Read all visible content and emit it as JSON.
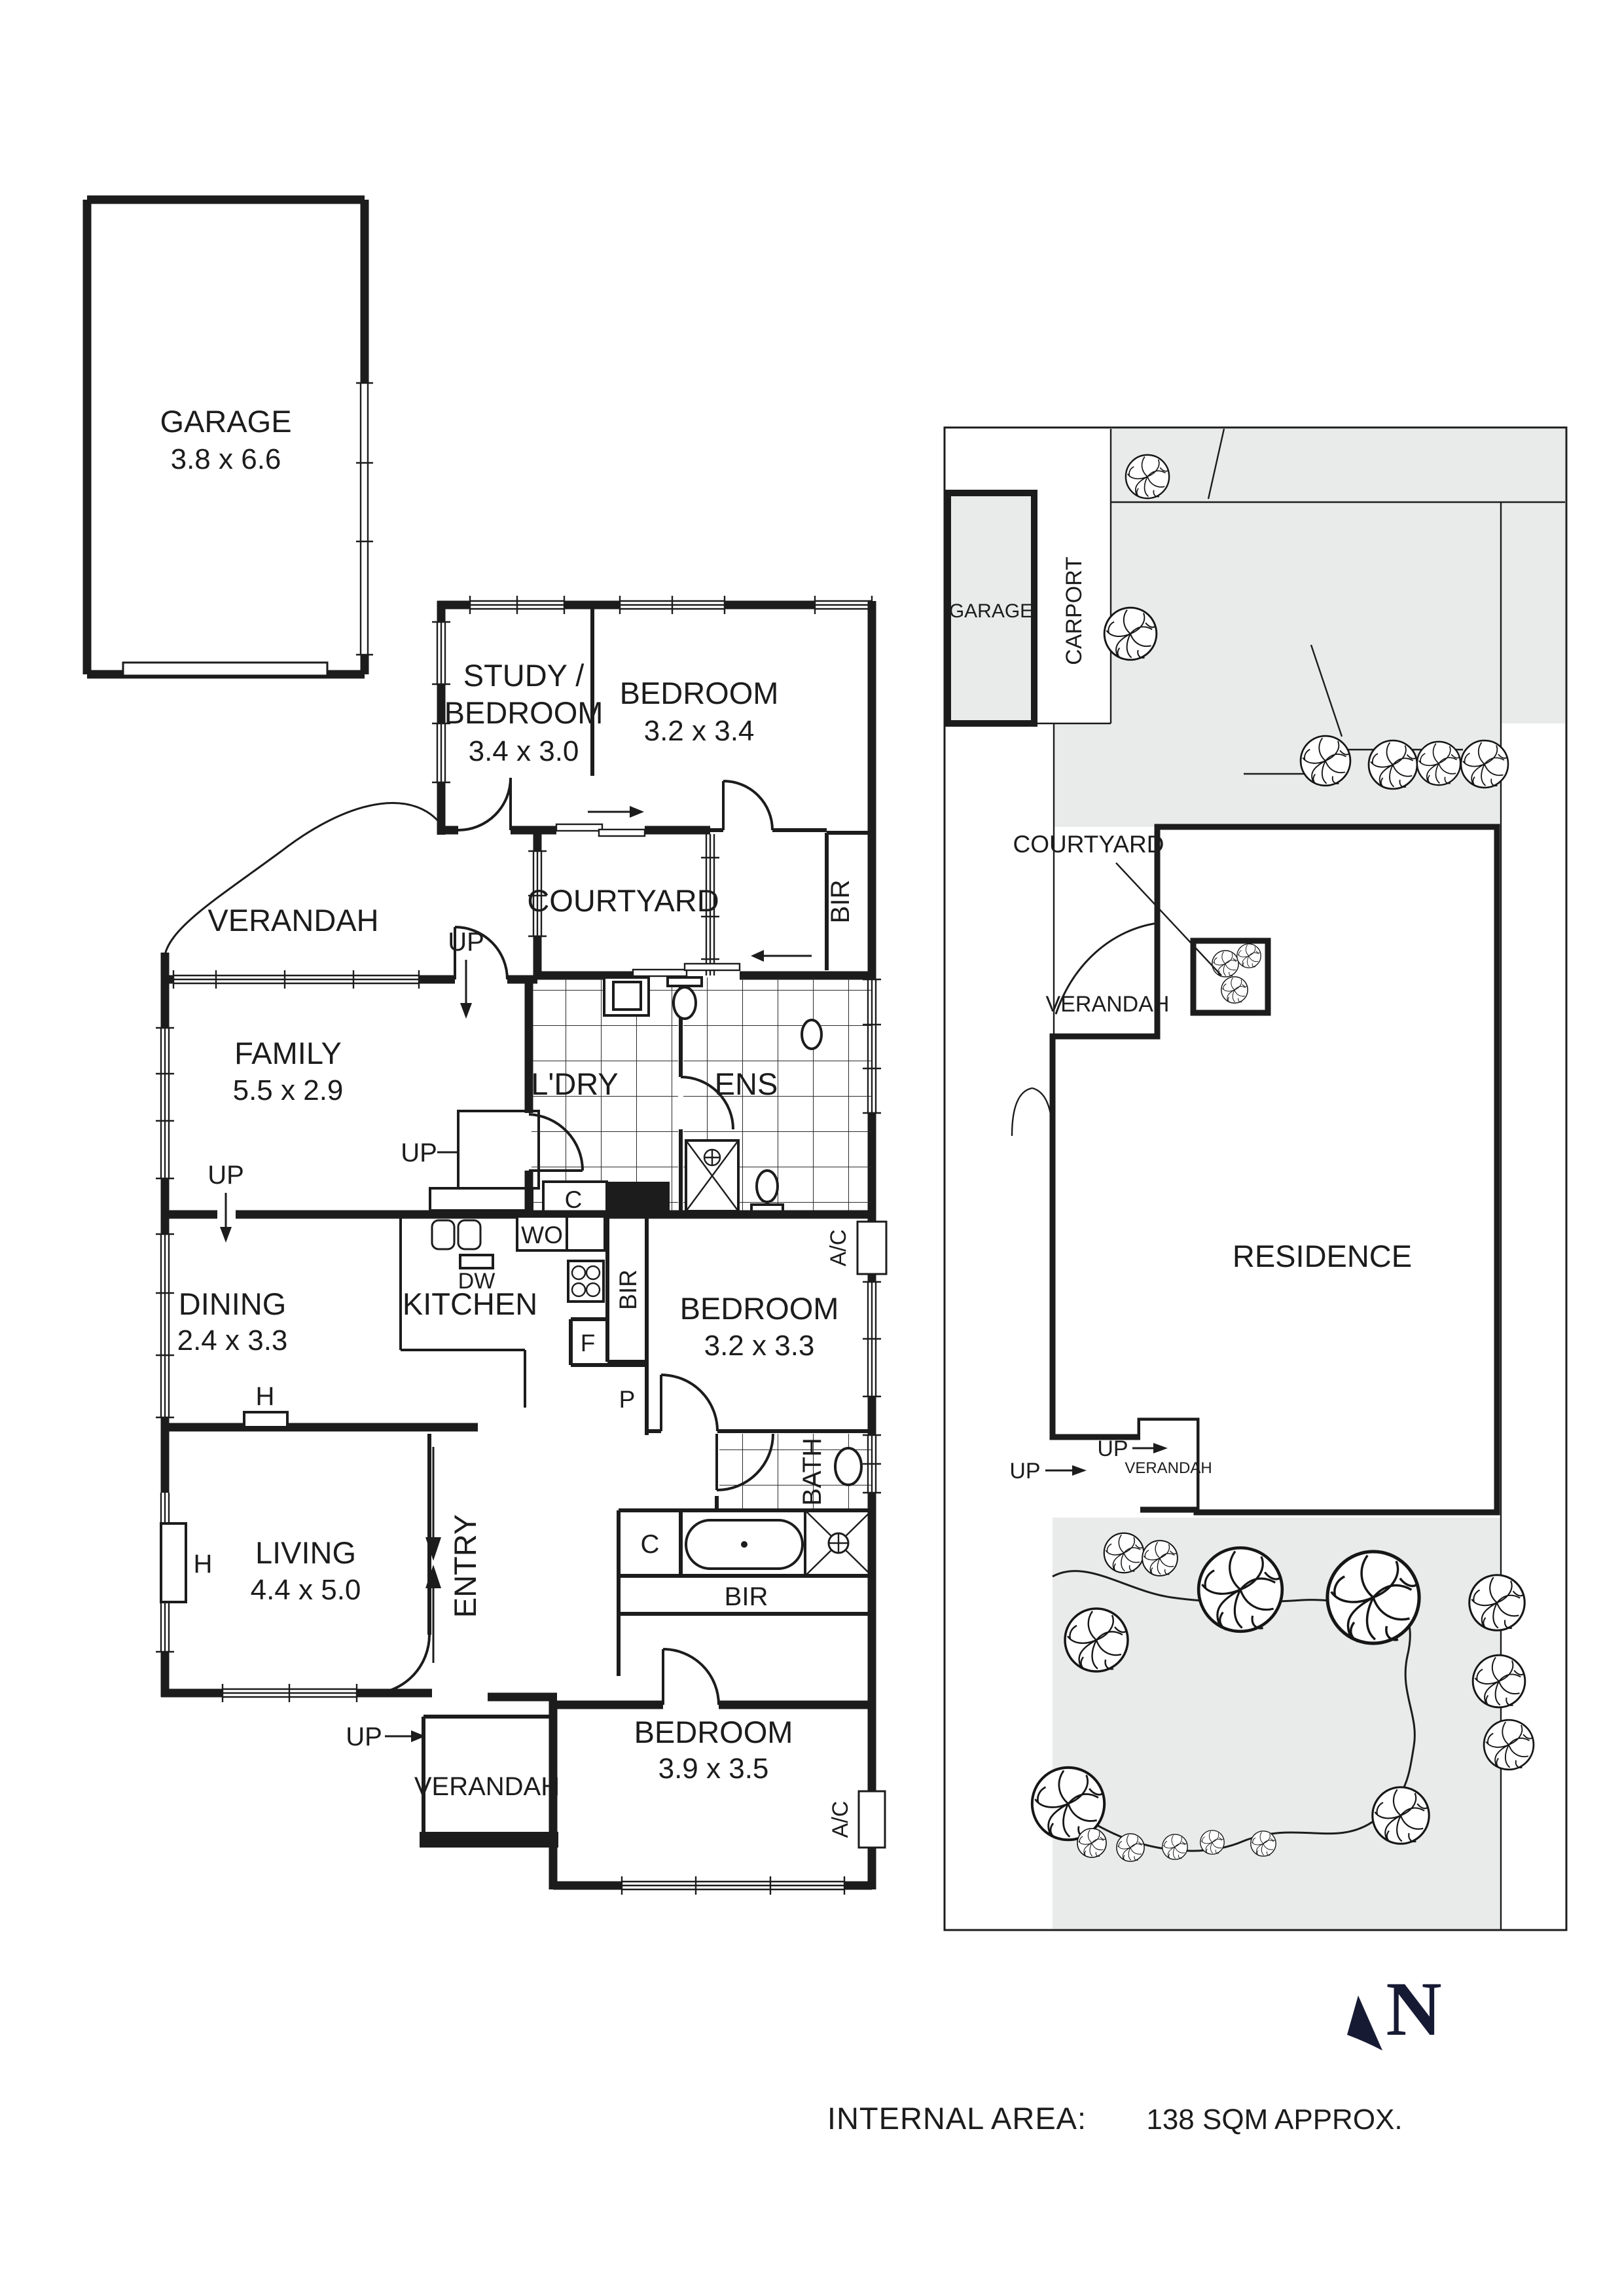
{
  "floorplan": {
    "garage": {
      "name": "GARAGE",
      "dims": "3.8 x 6.6"
    },
    "study": {
      "name1": "STUDY /",
      "name2": "BEDROOM",
      "dims": "3.4 x 3.0"
    },
    "bedroom_top": {
      "name": "BEDROOM",
      "dims": "3.2 x 3.4"
    },
    "courtyard": "COURTYARD",
    "verandah_top": "VERANDAH",
    "family": {
      "name": "FAMILY",
      "dims": "5.5 x 2.9"
    },
    "laundry": "L'DRY",
    "ensuite": "ENS",
    "dining": {
      "name": "DINING",
      "dims": "2.4 x 3.3"
    },
    "kitchen": "KITCHEN",
    "bedroom_mid": {
      "name": "BEDROOM",
      "dims": "3.2 x 3.3"
    },
    "living": {
      "name": "LIVING",
      "dims": "4.4 x 5.0"
    },
    "entry": "ENTRY",
    "bath": "BATH",
    "bedroom_bottom": {
      "name": "BEDROOM",
      "dims": "3.9 x 3.5"
    },
    "verandah_bottom": "VERANDAH",
    "tags": {
      "up": "UP",
      "wo": "WO",
      "dw": "DW",
      "c": "C",
      "f": "F",
      "p": "P",
      "h": "H",
      "ac": "A/C",
      "bir": "BIR"
    }
  },
  "siteplan": {
    "garage": "GARAGE",
    "carport": "CARPORT",
    "courtyard": "COURTYARD",
    "verandah": "VERANDAH",
    "residence": "RESIDENCE",
    "verandah_rear": "VERANDAH",
    "up": "UP"
  },
  "footer": {
    "north": "N",
    "area_label": "INTERNAL AREA:",
    "area_value": "138 SQM APPROX."
  }
}
